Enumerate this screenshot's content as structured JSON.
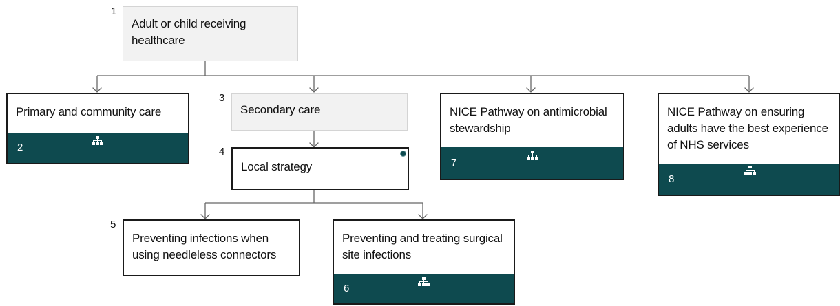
{
  "nodes": [
    {
      "number": "1",
      "title": "Adult or child receiving healthcare"
    },
    {
      "number": "2",
      "title": "Primary and community care",
      "icon": "hierarchy-icon"
    },
    {
      "number": "3",
      "title": "Secondary care"
    },
    {
      "number": "4",
      "title": "Local strategy",
      "icon": "info-dot-icon"
    },
    {
      "number": "5",
      "title": "Preventing infections when using needleless connectors"
    },
    {
      "number": "6",
      "title": "Preventing and treating surgical site infections",
      "icon": "hierarchy-icon"
    },
    {
      "number": "7",
      "title": "NICE Pathway on antimicrobial stewardship",
      "icon": "hierarchy-icon"
    },
    {
      "number": "8",
      "title": "NICE Pathway on ensuring adults have the best experience of NHS services",
      "icon": "hierarchy-icon"
    }
  ],
  "colors": {
    "footer": "#0e4a4f",
    "grey_box": "#f2f2f2",
    "connector": "#666666"
  }
}
